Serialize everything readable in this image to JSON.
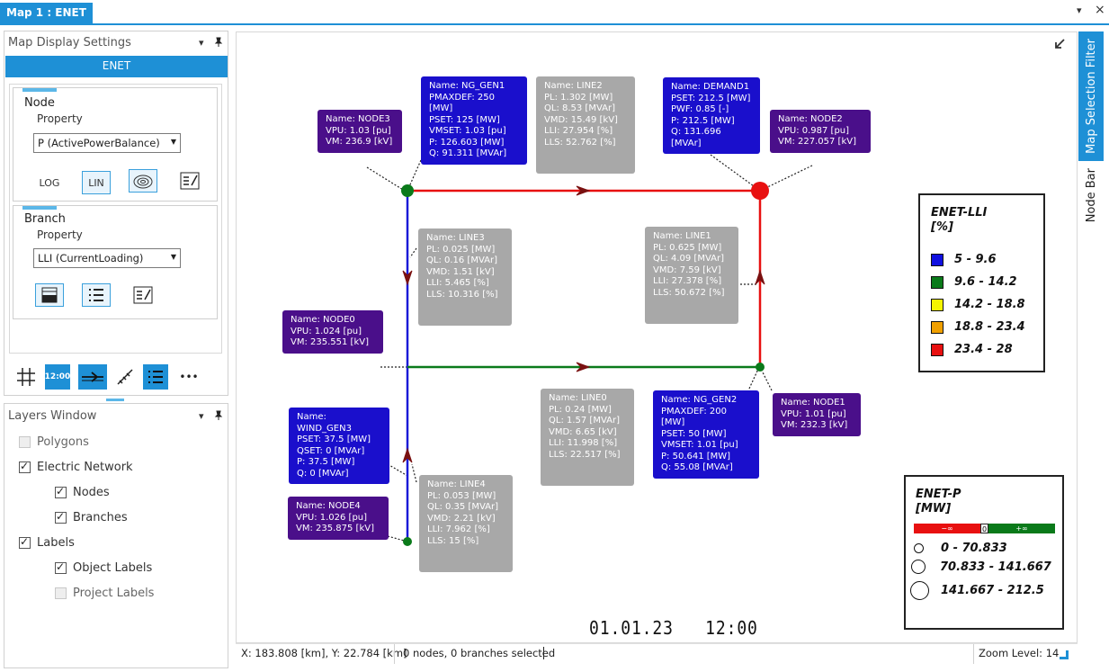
{
  "tab": {
    "title": "Map 1 : ENET",
    "dropdown_icon": "▾",
    "close_icon": "×"
  },
  "display_settings": {
    "title": "Map Display Settings",
    "dropdown_icon": "▾",
    "pin_icon": "📌",
    "network_tab": "ENET",
    "node": {
      "label": "Node",
      "property_label": "Property",
      "property_value": "P (ActivePowerBalance)",
      "buttons": [
        "LOG",
        "LIN"
      ]
    },
    "branch": {
      "label": "Branch",
      "property_label": "Property",
      "property_value": "LLI (CurrentLoading)"
    },
    "toolbar": {
      "time_label": "12:00",
      "more_label": "•••"
    }
  },
  "layers": {
    "title": "Layers Window",
    "dropdown_icon": "▾",
    "pin_icon": "📌",
    "items": [
      {
        "label": "Polygons",
        "checked": false,
        "enabled": false
      },
      {
        "label": "Electric Network",
        "checked": true,
        "enabled": true
      },
      {
        "label": "Nodes",
        "checked": true,
        "enabled": true
      },
      {
        "label": "Branches",
        "checked": true,
        "enabled": true
      },
      {
        "label": "Labels",
        "checked": true,
        "enabled": true
      },
      {
        "label": "Object Labels",
        "checked": true,
        "enabled": true
      },
      {
        "label": "Project Labels",
        "checked": false,
        "enabled": false
      }
    ]
  },
  "side_tabs": {
    "filter": "Map Selection Filter",
    "nodebar": "Node Bar"
  },
  "map": {
    "labels": {
      "node3": [
        "Name: NODE3",
        "VPU: 1.03 [pu]",
        "VM: 236.9 [kV]"
      ],
      "ng_gen1": [
        "Name: NG_GEN1",
        "PMAXDEF: 250 [MW]",
        "PSET: 125 [MW]",
        "VMSET: 1.03 [pu]",
        "P: 126.603 [MW]",
        "Q: 91.311 [MVAr]"
      ],
      "line2": [
        "Name: LINE2",
        "PL: 1.302 [MW]",
        "QL: 8.53 [MVAr]",
        "VMD: 15.49 [kV]",
        "LLI: 27.954 [%]",
        "LLS: 52.762 [%]"
      ],
      "demand1": [
        "Name: DEMAND1",
        "PSET: 212.5 [MW]",
        "PWF: 0.85 [-]",
        "P: 212.5 [MW]",
        "Q: 131.696 [MVAr]"
      ],
      "node2": [
        "Name: NODE2",
        "VPU: 0.987 [pu]",
        "VM: 227.057 [kV]"
      ],
      "line3": [
        "Name: LINE3",
        "PL: 0.025 [MW]",
        "QL: 0.16 [MVAr]",
        "VMD: 1.51 [kV]",
        "LLI: 5.465 [%]",
        "LLS: 10.316 [%]"
      ],
      "line1": [
        "Name: LINE1",
        "PL: 0.625 [MW]",
        "QL: 4.09 [MVAr]",
        "VMD: 7.59 [kV]",
        "LLI: 27.378 [%]",
        "LLS: 50.672 [%]"
      ],
      "node0": [
        "Name: NODE0",
        "VPU: 1.024 [pu]",
        "VM: 235.551 [kV]"
      ],
      "line0": [
        "Name: LINE0",
        "PL: 0.24 [MW]",
        "QL: 1.57 [MVAr]",
        "VMD: 6.65 [kV]",
        "LLI: 11.998 [%]",
        "LLS: 22.517 [%]"
      ],
      "ng_gen2": [
        "Name: NG_GEN2",
        "PMAXDEF: 200 [MW]",
        "PSET: 50 [MW]",
        "VMSET: 1.01 [pu]",
        "P: 50.641 [MW]",
        "Q: 55.08 [MVAr]"
      ],
      "node1": [
        "Name: NODE1",
        "VPU: 1.01 [pu]",
        "VM: 232.3 [kV]"
      ],
      "wind_gen3": [
        "Name: WIND_GEN3",
        "PSET: 37.5 [MW]",
        "QSET: 0 [MVAr]",
        "P: 37.5 [MW]",
        "Q: 0 [MVAr]"
      ],
      "node4": [
        "Name: NODE4",
        "VPU: 1.026 [pu]",
        "VM: 235.875 [kV]"
      ],
      "line4": [
        "Name: LINE4",
        "PL: 0.053 [MW]",
        "QL: 0.35 [MVAr]",
        "VMD: 2.21 [kV]",
        "LLI: 7.962 [%]",
        "LLS: 15 [%]"
      ]
    },
    "legend_lli": {
      "title": "ENET-LLI",
      "unit": "[%]",
      "rows": [
        {
          "label": "5 - 9.6",
          "color": "#1010e0"
        },
        {
          "label": "9.6 - 14.2",
          "color": "#0a7a1a"
        },
        {
          "label": "14.2 - 18.8",
          "color": "#f5f500"
        },
        {
          "label": "18.8 - 23.4",
          "color": "#f0a000"
        },
        {
          "label": "23.4 - 28",
          "color": "#e81010"
        }
      ]
    },
    "legend_p": {
      "title": "ENET-P",
      "unit": "[MW]",
      "bar": {
        "neg": "−∞",
        "zero": "0",
        "pos": "+∞"
      },
      "rows": [
        "0 - 70.833",
        "70.833 - 141.667",
        "141.667 - 212.5"
      ]
    },
    "timestamp": "01.01.23   12:00",
    "colors": {
      "red": "#e81010",
      "blue": "#1a1ad8",
      "green": "#0a7a1a"
    }
  },
  "status": {
    "coords": "X: 183.808 [km], Y: 22.784 [km]",
    "selection": "0 nodes, 0 branches selected",
    "zoom": "Zoom Level: 14"
  }
}
